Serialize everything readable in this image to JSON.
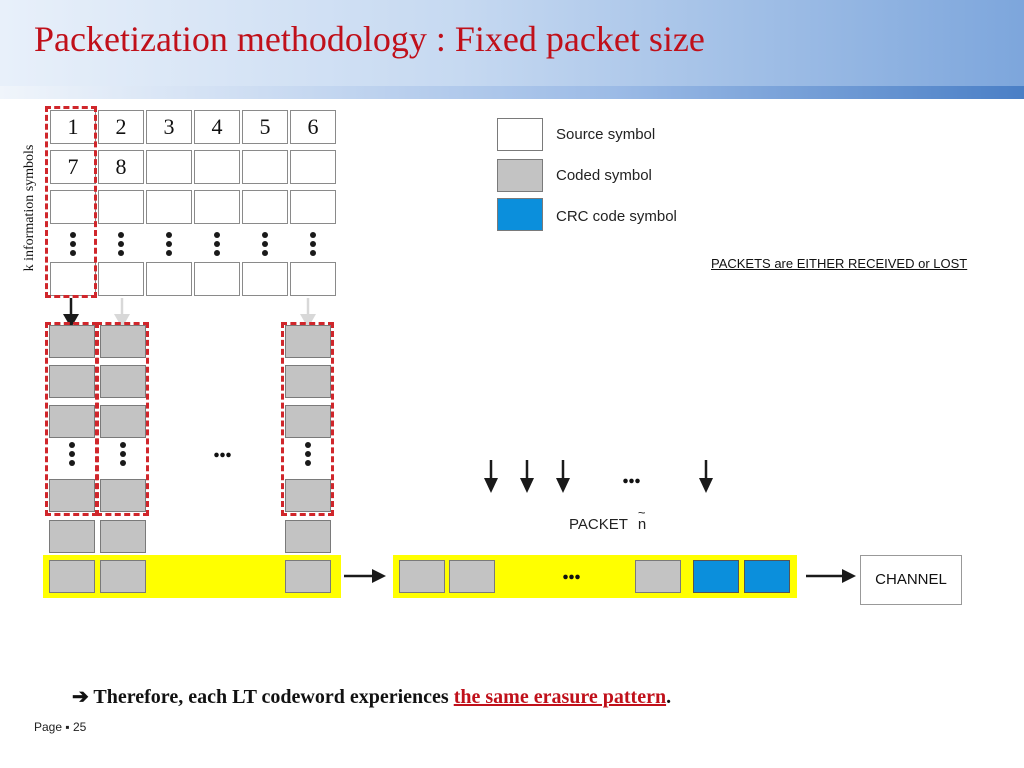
{
  "slide": {
    "title": "Packetization methodology : Fixed packet size",
    "vertical_label": "k information symbols",
    "matrix": {
      "row1": [
        "1",
        "2",
        "3",
        "4",
        "5",
        "6"
      ],
      "row2": [
        "7",
        "8",
        "",
        "",
        "",
        ""
      ]
    },
    "legend": {
      "source": "Source symbol",
      "coded": "Coded symbol",
      "crc": "CRC code symbol"
    },
    "note": "PACKETS are EITHER RECEIVED or LOST",
    "packet_label": "PACKET",
    "packet_var": "n",
    "packet_tilde": "~",
    "ellipsis": "...",
    "channel": "CHANNEL",
    "arrow_glyph": "➔",
    "conclusion": {
      "prefix": "Therefore, each LT codeword experiences",
      "highlight": "the same erasure pattern",
      "suffix": "."
    },
    "footer": {
      "page_label": "Page",
      "separator": "▪",
      "page_number": "25"
    },
    "colors": {
      "title": "#c0101a",
      "coded": "#c3c3c3",
      "crc": "#0b8fdc",
      "packet_band": "#ffff00",
      "dashed_outline": "#d0262b"
    }
  }
}
